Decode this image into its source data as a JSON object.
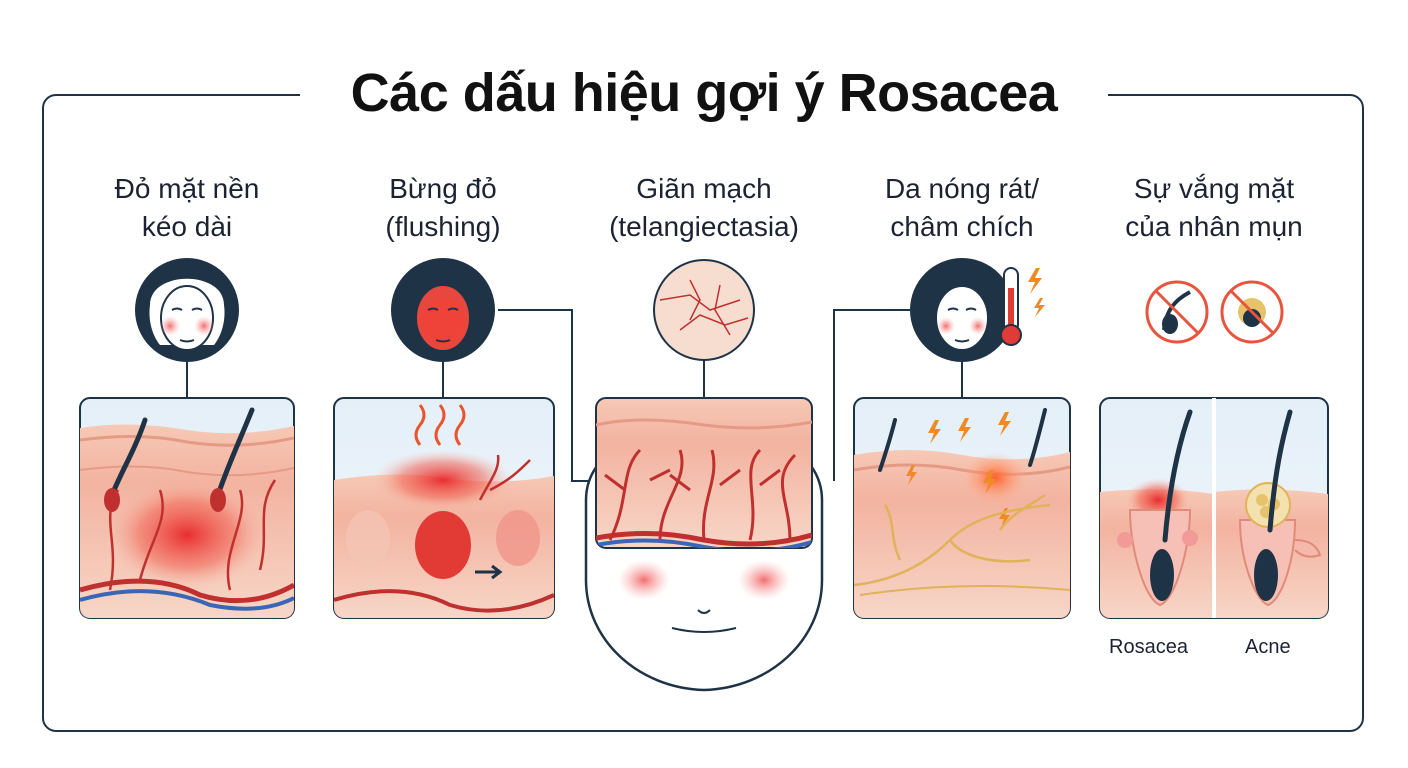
{
  "title": "Các dấu hiệu gợi ý Rosacea",
  "signs": [
    {
      "line1": "Đỏ mặt nền",
      "line2": "kéo dài"
    },
    {
      "line1": "Bừng đỏ",
      "line2": "(flushing)"
    },
    {
      "line1": "Giãn mạch",
      "line2": "(telangiectasia)"
    },
    {
      "line1": "Da nóng rát/",
      "line2": "châm chích"
    },
    {
      "line1": "Sự vắng mặt",
      "line2": "của nhân mụn"
    }
  ],
  "comparison": {
    "left": "Rosacea",
    "right": "Acne"
  },
  "icons": [
    "face-redness-icon",
    "face-flushing-icon",
    "vessels-icon",
    "face-burning-icon",
    "thermometer-icon",
    "lightning-icon",
    "no-comedone-icon"
  ]
}
